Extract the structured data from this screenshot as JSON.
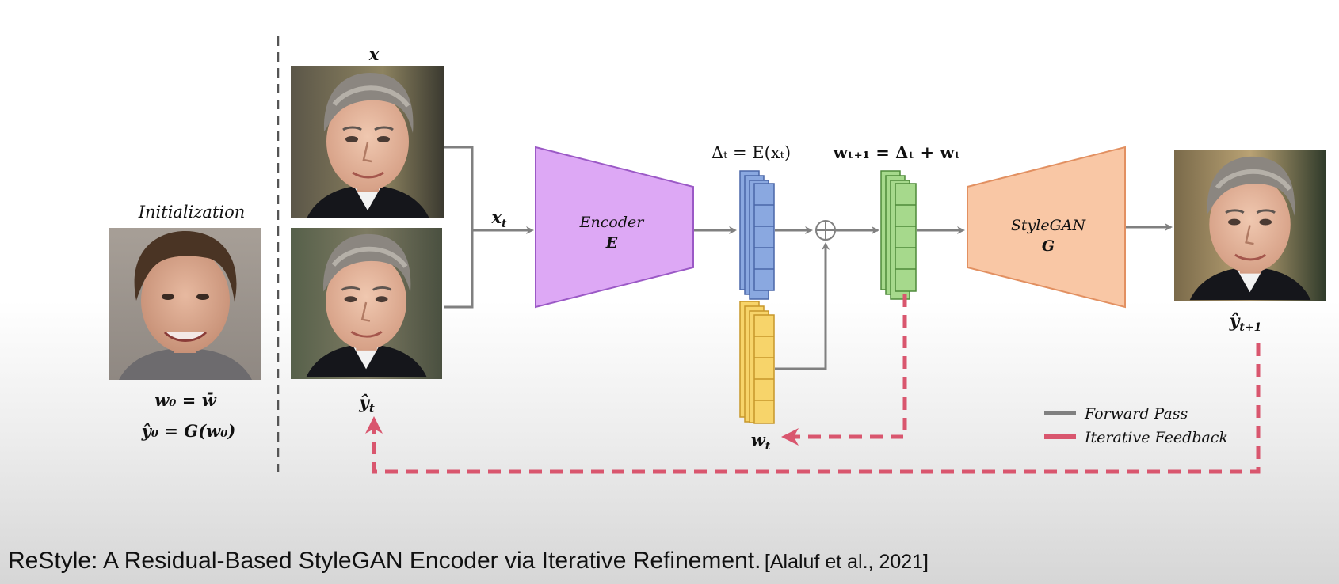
{
  "caption": {
    "title": "ReStyle: A Residual-Based StyleGAN Encoder via Iterative Refinement.",
    "citation": "[Alaluf et al., 2021]"
  },
  "labels": {
    "initialization": "Initialization",
    "w0_eq": "w₀ = w̄",
    "y0_eq": "ŷ₀ = G(w₀)",
    "x": "x",
    "y_hat_t": "ŷ",
    "y_hat_t_sub": "t",
    "x_t": "x",
    "x_t_sub": "t",
    "encoder_name": "Encoder",
    "encoder_symbol": "E",
    "delta_eq": "Δₜ = E(xₜ)",
    "w_next_eq": "wₜ₊₁ = Δₜ + wₜ",
    "w_t": "w",
    "w_t_sub": "t",
    "stylegan_name": "StyleGAN",
    "stylegan_symbol": "G",
    "y_hat_next": "ŷ",
    "y_hat_next_sub": "t+1"
  },
  "legend": {
    "forward": "Forward Pass",
    "feedback": "Iterative Feedback"
  },
  "colors": {
    "forward_arrow": "#808080",
    "feedback_arrow": "#d9566e",
    "encoder_fill": "#dda8f5",
    "encoder_stroke": "#9b59c6",
    "stylegan_fill": "#f9c7a5",
    "stylegan_stroke": "#e29061",
    "delta_block": "#8aa8e0",
    "w_block": "#f7d46a",
    "w_next_block": "#a6d98c"
  },
  "images": [
    {
      "name": "initialization-face",
      "description": "average face (woman)"
    },
    {
      "name": "input-face-x",
      "description": "target face photo"
    },
    {
      "name": "current-reconstruction-face",
      "description": "reconstructed face y_t"
    },
    {
      "name": "output-face",
      "description": "refined reconstruction y_t+1"
    }
  ]
}
